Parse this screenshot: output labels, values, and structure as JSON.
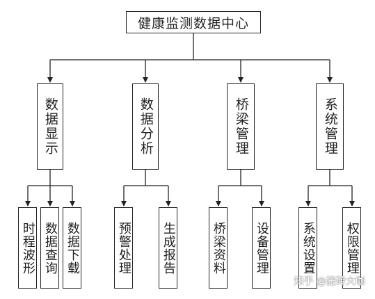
{
  "root": {
    "label": "健康监测数据中心"
  },
  "modules": [
    {
      "label": "数据显示",
      "children": [
        "时程波形",
        "数据查询",
        "数据下载"
      ]
    },
    {
      "label": "数据分析",
      "children": [
        "预警处理",
        "生成报告"
      ]
    },
    {
      "label": "桥梁管理",
      "children": [
        "桥梁资料",
        "设备管理"
      ]
    },
    {
      "label": "系统管理",
      "children": [
        "系统设置",
        "权限管理"
      ]
    }
  ],
  "watermark": {
    "text": "知乎 @搬砖大咖"
  }
}
